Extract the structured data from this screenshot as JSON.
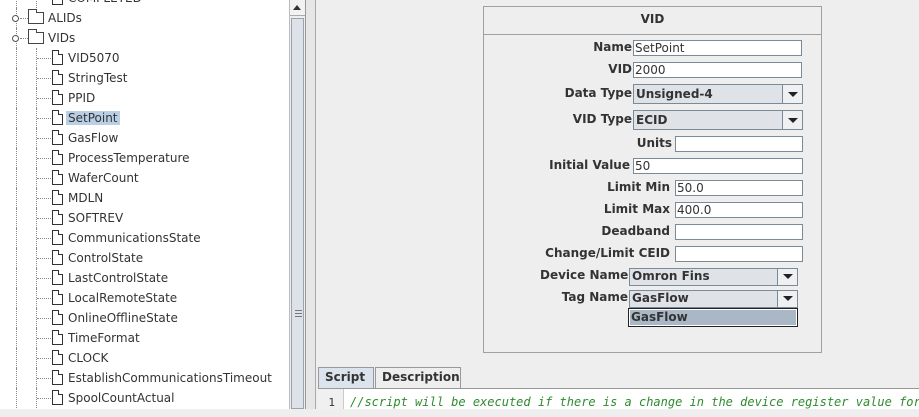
{
  "tree": {
    "items": [
      {
        "label": "COMPLETED",
        "kind": "file",
        "depth": 1
      },
      {
        "label": "ALIDs",
        "kind": "folder",
        "depth": 0
      },
      {
        "label": "VIDs",
        "kind": "folder",
        "depth": 0
      },
      {
        "label": "VID5070",
        "kind": "file",
        "depth": 1
      },
      {
        "label": "StringTest",
        "kind": "file",
        "depth": 1
      },
      {
        "label": "PPID",
        "kind": "file",
        "depth": 1
      },
      {
        "label": "SetPoint",
        "kind": "file",
        "depth": 1,
        "selected": true
      },
      {
        "label": "GasFlow",
        "kind": "file",
        "depth": 1
      },
      {
        "label": "ProcessTemperature",
        "kind": "file",
        "depth": 1
      },
      {
        "label": "WaferCount",
        "kind": "file",
        "depth": 1
      },
      {
        "label": "MDLN",
        "kind": "file",
        "depth": 1
      },
      {
        "label": "SOFTREV",
        "kind": "file",
        "depth": 1
      },
      {
        "label": "CommunicationsState",
        "kind": "file",
        "depth": 1
      },
      {
        "label": "ControlState",
        "kind": "file",
        "depth": 1
      },
      {
        "label": "LastControlState",
        "kind": "file",
        "depth": 1
      },
      {
        "label": "LocalRemoteState",
        "kind": "file",
        "depth": 1
      },
      {
        "label": "OnlineOfflineState",
        "kind": "file",
        "depth": 1
      },
      {
        "label": "TimeFormat",
        "kind": "file",
        "depth": 1
      },
      {
        "label": "CLOCK",
        "kind": "file",
        "depth": 1
      },
      {
        "label": "EstablishCommunicationsTimeout",
        "kind": "file",
        "depth": 1
      },
      {
        "label": "SpoolCountActual",
        "kind": "file",
        "depth": 1
      }
    ]
  },
  "form": {
    "title": "VID",
    "name_label": "Name",
    "name_value": "SetPoint",
    "vid_label": "VID",
    "vid_value": "2000",
    "datatype_label": "Data Type",
    "datatype_value": "Unsigned-4",
    "vidtype_label": "VID Type",
    "vidtype_value": "ECID",
    "units_label": "Units",
    "units_value": "",
    "initial_label": "Initial Value",
    "initial_value": "50",
    "limitmin_label": "Limit Min",
    "limitmin_value": "50.0",
    "limitmax_label": "Limit Max",
    "limitmax_value": "400.0",
    "deadband_label": "Deadband",
    "deadband_value": "",
    "ceid_label": "Change/Limit CEID",
    "ceid_value": "",
    "device_label": "Device Name",
    "device_value": "Omron Fins",
    "tag_label": "Tag Name",
    "tag_value": "GasFlow",
    "tag_options": [
      "GasFlow"
    ]
  },
  "tabs": {
    "script": "Script",
    "description": "Description"
  },
  "script": {
    "line_number": "1",
    "code": "//script will be executed if there is a change in the device register value for th"
  }
}
